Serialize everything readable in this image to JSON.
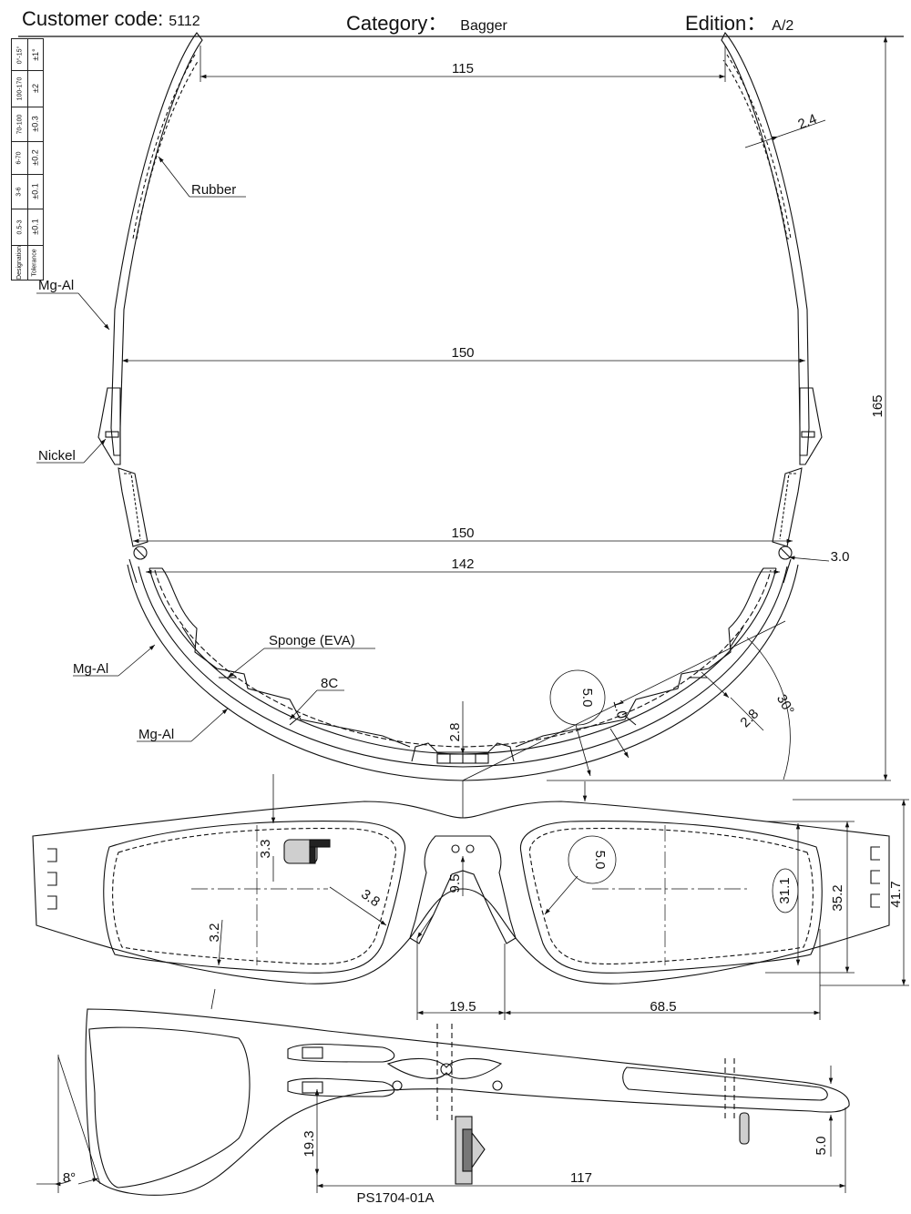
{
  "header": {
    "customer_label": "Customer code:",
    "customer_value": "5112",
    "category_label": "Category：",
    "category_value": "Bagger",
    "edition_label": "Edition：",
    "edition_value": "A/2"
  },
  "tolerance_table": {
    "rows": [
      {
        "range": "0°-15°",
        "tol": "±1°"
      },
      {
        "range": "100-170",
        "tol": "±2"
      },
      {
        "range": "70-100",
        "tol": "±0.3"
      },
      {
        "range": "6-70",
        "tol": "±0.2"
      },
      {
        "range": "3-6",
        "tol": "±0.1"
      },
      {
        "range": "0.5-3",
        "tol": "±0.1"
      },
      {
        "range": "Designation",
        "tol": "Tolerance"
      }
    ]
  },
  "labels": {
    "rubber": "Rubber",
    "mgal_top": "Mg-Al",
    "nickel": "Nickel",
    "sponge": "Sponge (EVA)",
    "mgal_mid": "Mg-Al",
    "mgal_bottom": "Mg-Al",
    "c8": "8C"
  },
  "dimensions": {
    "top_115": "115",
    "top_24": "2.4",
    "top_150a": "150",
    "top_165": "165",
    "top_150b": "150",
    "top_142": "142",
    "top_30": "3.0",
    "top_50": "5.0",
    "top_10": "1.0",
    "top_28a": "2.8",
    "top_28b": "2.8",
    "top_angle": "30°",
    "front_33": "3.3",
    "front_38": "3.8",
    "front_32": "3.2",
    "front_95": "9.5",
    "front_50": "5.0",
    "front_311": "31.1",
    "front_352": "35.2",
    "front_417": "41.7",
    "front_195": "19.5",
    "front_685": "68.5",
    "side_193": "19.3",
    "side_8deg": "8°",
    "side_117": "117",
    "side_50": "5.0"
  },
  "drawing_number": "PS1704-01A"
}
